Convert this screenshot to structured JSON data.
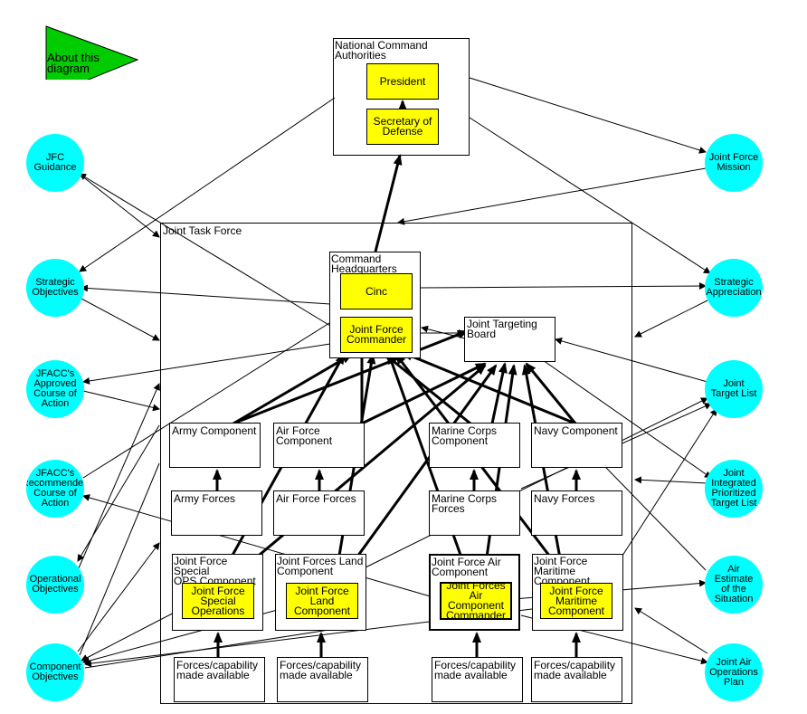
{
  "about": {
    "label": "About this\ndiagram",
    "color": "#00cc00"
  },
  "nca": {
    "title": "National Command\nAuthorities",
    "president": "President",
    "secdef": "Secretary of\nDefense"
  },
  "jtf": {
    "title": "Joint Task Force"
  },
  "chq": {
    "title": "Command\nHeadquarters",
    "cinc": "Cinc",
    "jfc": "Joint Force\nCommander"
  },
  "jtb": {
    "title": "Joint Targeting\nBoard"
  },
  "components": {
    "army": "Army Component",
    "airforce": "Air Force\nComponent",
    "marine": "Marine Corps\nComponent",
    "navy": "Navy Component"
  },
  "forces": {
    "army": "Army Forces",
    "airforce": "Air Force Forces",
    "marine": "Marine Corps\nForces",
    "navy": "Navy Forces"
  },
  "joint_components": {
    "sof_title": "Joint Force Special\nOPS Component",
    "sof_cmdr": "Joint Force\nSpecial\nOperations",
    "land_title": "Joint Forces Land\nComponent",
    "land_cmdr": "Joint Force\nLand\nComponent",
    "air_title": "Joint Force Air\nComponent",
    "air_cmdr": "Joint Forces\nAir Component\nCommander",
    "mar_title": "Joint Force\nMaritime\nComponent",
    "mar_cmdr": "Joint Force\nMaritime\nComponent"
  },
  "capability": {
    "sof": "Forces/capability\nmade available",
    "land": "Forces/capability\nmade available",
    "air": "Forces/capability\nmade available",
    "mar": "Forces/capability\nmade available"
  },
  "left_circles": {
    "jfc_guidance": "JFC\nGuidance",
    "strategic_objectives": "Strategic\nObjectives",
    "jfacc_approved": "JFACC's\nApproved\nCourse of\nAction",
    "jfacc_recommended": "JFACC's\nRecommended\nCourse of\nAction",
    "operational_objectives": "Operational\nObjectives",
    "component_objectives": "Component\nObjectives"
  },
  "right_circles": {
    "jf_mission": "Joint Force\nMission",
    "strategic_appreciation": "Strategic\nAppreciation",
    "joint_target_list": "Joint\nTarget List",
    "jiptl": "Joint\nIntegrated\nPrioritized\nTarget List",
    "air_estimate": "Air\nEstimate\nof the\nSituation",
    "jaop": "Joint Air\nOperations\nPlan"
  },
  "colors": {
    "circle": "#00ffff",
    "commander": "#ffff00",
    "line": "#000000"
  }
}
